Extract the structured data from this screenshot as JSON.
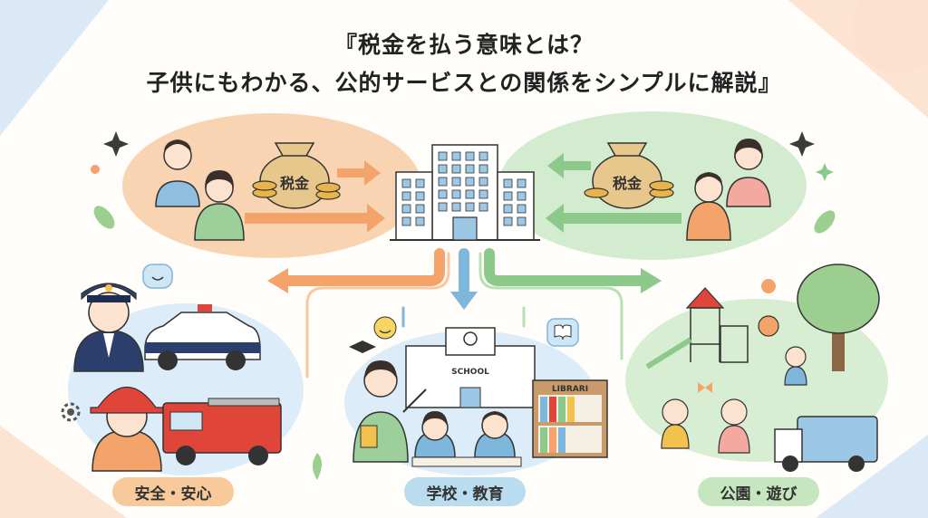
{
  "title": {
    "line1": "『税金を払う意味とは？",
    "line2": "子供にもわかる、公的サービスとの関係をシンプルに解説』"
  },
  "money_bag_label_left": "税金",
  "money_bag_label_right": "税金",
  "school_sign": "SCHOOL",
  "library_sign": "LIBRARI",
  "categories": {
    "safety": "安全・安心",
    "education": "学校・教育",
    "park": "公園・遊び"
  },
  "colors": {
    "orange_flow": "#f4a36b",
    "green_flow": "#8cc98a",
    "blue_flow": "#7fb6dc",
    "navy": "#2c3e6b",
    "red": "#e0453a"
  }
}
